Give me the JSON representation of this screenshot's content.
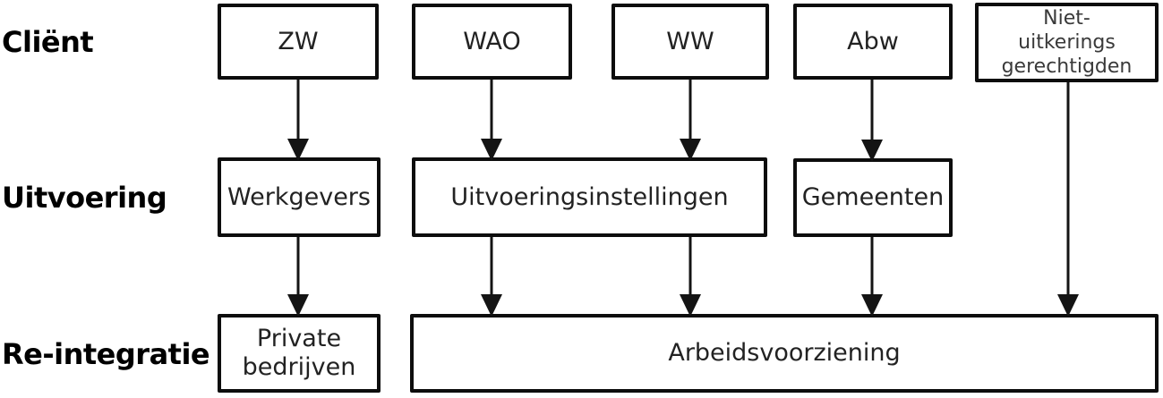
{
  "diagram": {
    "row_labels": {
      "client": "Cliënt",
      "uitvoering": "Uitvoering",
      "reintegratie": "Re-integratie"
    },
    "boxes": {
      "zw": "ZW",
      "wao": "WAO",
      "ww": "WW",
      "abw": "Abw",
      "niet_uitkeringsgerechtigden": "Niet-\nuitkerings\ngerechtigden",
      "werkgevers": "Werkgevers",
      "uitvoeringsinstellingen": "Uitvoeringsinstellingen",
      "gemeenten": "Gemeenten",
      "private_bedrijven": "Private\nbedrijven",
      "arbeidsvoorziening": "Arbeidsvoorziening"
    },
    "edges": [
      {
        "from": "ZW",
        "to": "Werkgevers"
      },
      {
        "from": "WAO",
        "to": "Uitvoeringsinstellingen"
      },
      {
        "from": "WW",
        "to": "Uitvoeringsinstellingen"
      },
      {
        "from": "Abw",
        "to": "Gemeenten"
      },
      {
        "from": "Werkgevers",
        "to": "Private bedrijven"
      },
      {
        "from": "Uitvoeringsinstellingen",
        "to": "Arbeidsvoorziening"
      },
      {
        "from": "Uitvoeringsinstellingen",
        "to": "Arbeidsvoorziening"
      },
      {
        "from": "Gemeenten",
        "to": "Arbeidsvoorziening"
      },
      {
        "from": "Niet-uitkeringsgerechtigden",
        "to": "Arbeidsvoorziening"
      }
    ],
    "colors": {
      "background": "#ffffff",
      "box_border": "#0d0d0d",
      "box_text": "#222222",
      "label_text": "#000000",
      "arrow": "#141414"
    }
  }
}
